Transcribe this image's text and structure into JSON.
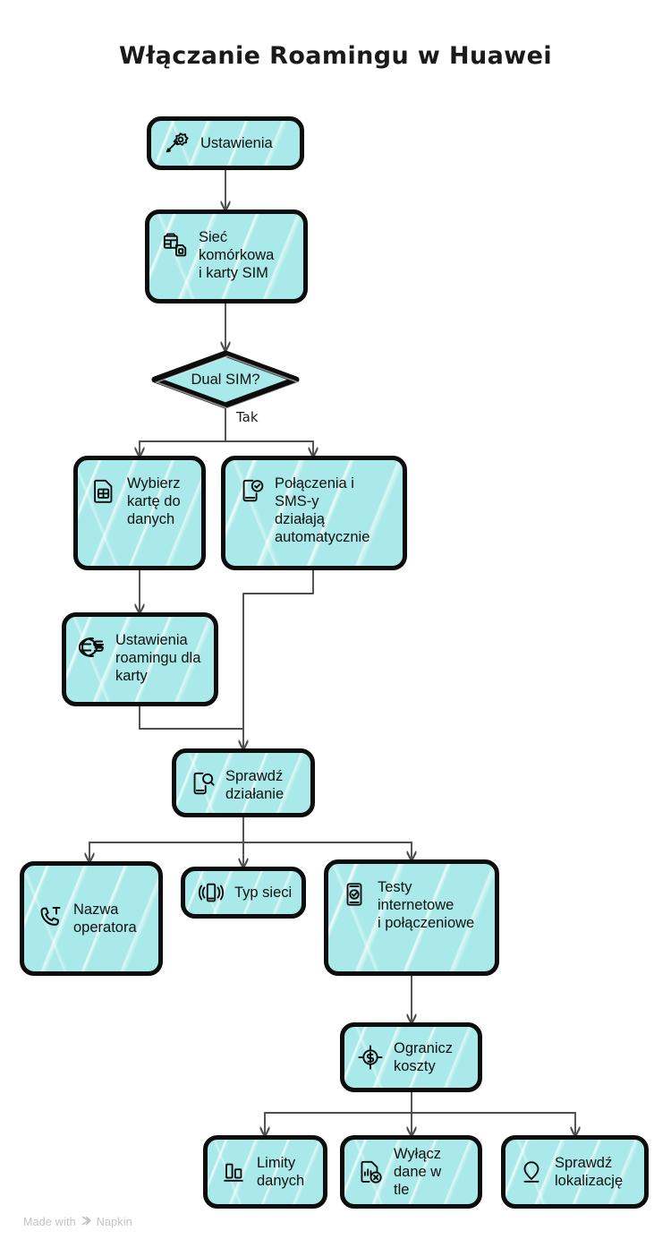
{
  "title": "Włączanie Roamingu w Huawei",
  "theme": {
    "node_fill": "#a9e9e9",
    "node_border": "#0d0d0d",
    "edge_color": "#4d4d4d",
    "text_color": "#111111",
    "background": "#ffffff",
    "footer_color": "#c3c3c3"
  },
  "footer": {
    "prefix": "Made with",
    "brand": "Napkin",
    "mark_icon": "napkin-chevrons-icon"
  },
  "diagram": {
    "type": "flowchart",
    "nodes": [
      {
        "id": "ustawienia",
        "label": "Ustawienia",
        "shape": "rounded-rect",
        "icon": "magic-wand-gear-icon"
      },
      {
        "id": "siec-komorkowa",
        "label": "Sieć komórkowa\ni karty SIM",
        "shape": "rounded-rect",
        "icon": "cell-network-sim-icon"
      },
      {
        "id": "dual-sim",
        "label": "Dual SIM?",
        "shape": "diamond",
        "icon": null
      },
      {
        "id": "wybierz-karte",
        "label": "Wybierz kartę do\ndanych",
        "shape": "rounded-rect",
        "icon": "sim-card-icon"
      },
      {
        "id": "polaczenia-sms",
        "label": "Połączenia i SMS-y\ndziałają\nautomatycznie",
        "shape": "rounded-rect",
        "icon": "phone-check-icon"
      },
      {
        "id": "ustawienia-roamingu",
        "label": "Ustawienia\nroamingu dla\nkarty",
        "shape": "rounded-rect",
        "icon": "globe-currency-icon"
      },
      {
        "id": "sprawdz-dzialanie",
        "label": "Sprawdź\ndziałanie",
        "shape": "rounded-rect",
        "icon": "phone-search-icon"
      },
      {
        "id": "nazwa-operatora",
        "label": "Nazwa operatora",
        "shape": "rounded-rect",
        "icon": "phone-telecom-icon"
      },
      {
        "id": "typ-sieci",
        "label": "Typ sieci",
        "shape": "rounded-rect",
        "icon": "phone-signal-icon"
      },
      {
        "id": "testy",
        "label": "Testy internetowe\ni połączeniowe",
        "shape": "rounded-rect",
        "icon": "phone-verified-icon"
      },
      {
        "id": "ogranicz-koszty",
        "label": "Ogranicz koszty",
        "shape": "rounded-rect",
        "icon": "dollar-target-icon"
      },
      {
        "id": "limity-danych",
        "label": "Limity danych",
        "shape": "rounded-rect",
        "icon": "bar-chart-icon"
      },
      {
        "id": "wylacz-dane",
        "label": "Wyłącz dane w\ntle",
        "shape": "rounded-rect",
        "icon": "data-disabled-icon"
      },
      {
        "id": "sprawdz-lokalizacje",
        "label": "Sprawdź\nlokalizację",
        "shape": "rounded-rect",
        "icon": "location-pin-icon"
      }
    ],
    "edges": [
      {
        "from": "ustawienia",
        "to": "siec-komorkowa",
        "label": ""
      },
      {
        "from": "siec-komorkowa",
        "to": "dual-sim",
        "label": ""
      },
      {
        "from": "dual-sim",
        "to": "wybierz-karte",
        "label": "Tak"
      },
      {
        "from": "dual-sim",
        "to": "polaczenia-sms",
        "label": "Tak"
      },
      {
        "from": "wybierz-karte",
        "to": "ustawienia-roamingu",
        "label": ""
      },
      {
        "from": "ustawienia-roamingu",
        "to": "sprawdz-dzialanie",
        "label": ""
      },
      {
        "from": "polaczenia-sms",
        "to": "sprawdz-dzialanie",
        "label": ""
      },
      {
        "from": "sprawdz-dzialanie",
        "to": "nazwa-operatora",
        "label": ""
      },
      {
        "from": "sprawdz-dzialanie",
        "to": "typ-sieci",
        "label": ""
      },
      {
        "from": "sprawdz-dzialanie",
        "to": "testy",
        "label": ""
      },
      {
        "from": "testy",
        "to": "ogranicz-koszty",
        "label": ""
      },
      {
        "from": "ogranicz-koszty",
        "to": "limity-danych",
        "label": ""
      },
      {
        "from": "ogranicz-koszty",
        "to": "wylacz-dane",
        "label": ""
      },
      {
        "from": "ogranicz-koszty",
        "to": "sprawdz-lokalizacje",
        "label": ""
      }
    ],
    "edge_labels": [
      {
        "id": "tak",
        "text": "Tak"
      }
    ]
  }
}
